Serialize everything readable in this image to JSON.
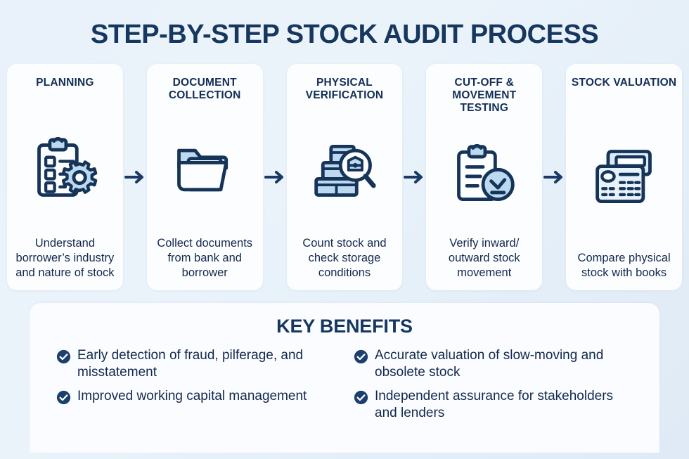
{
  "header": {
    "title": "STEP-BY-STEP STOCK AUDIT PROCESS"
  },
  "colors": {
    "background": "#e9f2fa",
    "card_background": "#fbfdff",
    "navy": "#16375f",
    "icon_outline": "#153458",
    "icon_fill": "#bcd9f0",
    "text": "#13294b"
  },
  "process": {
    "arrow_label": "→",
    "steps": [
      {
        "title": "PLANNING",
        "description": "Understand borrower’s industry and nature of stock",
        "icon": "clipboard-gear-icon"
      },
      {
        "title": "DOCUMENT COLLECTION",
        "description": "Collect documents from bank and borrower",
        "icon": "open-folder-document-icon"
      },
      {
        "title": "PHYSICAL VERIFICATION",
        "description": "Count stock and check storage conditions",
        "icon": "boxes-magnifier-icon"
      },
      {
        "title": "CUT-OFF & MOVEMENT TESTING",
        "description": "Verify inward/ outward stock movement",
        "icon": "clipboard-clock-icon"
      },
      {
        "title": "STOCK VALUATION",
        "description": "Compare physical stock with books",
        "icon": "calculator-icon"
      }
    ]
  },
  "benefits": {
    "title": "KEY BENEFITS",
    "items": [
      "Early detection of fraud, pilferage, and misstatement",
      "Accurate valuation of slow-moving and obsolete stock",
      "Improved working capital management",
      "Independent assurance for stakeholders and lenders"
    ]
  }
}
